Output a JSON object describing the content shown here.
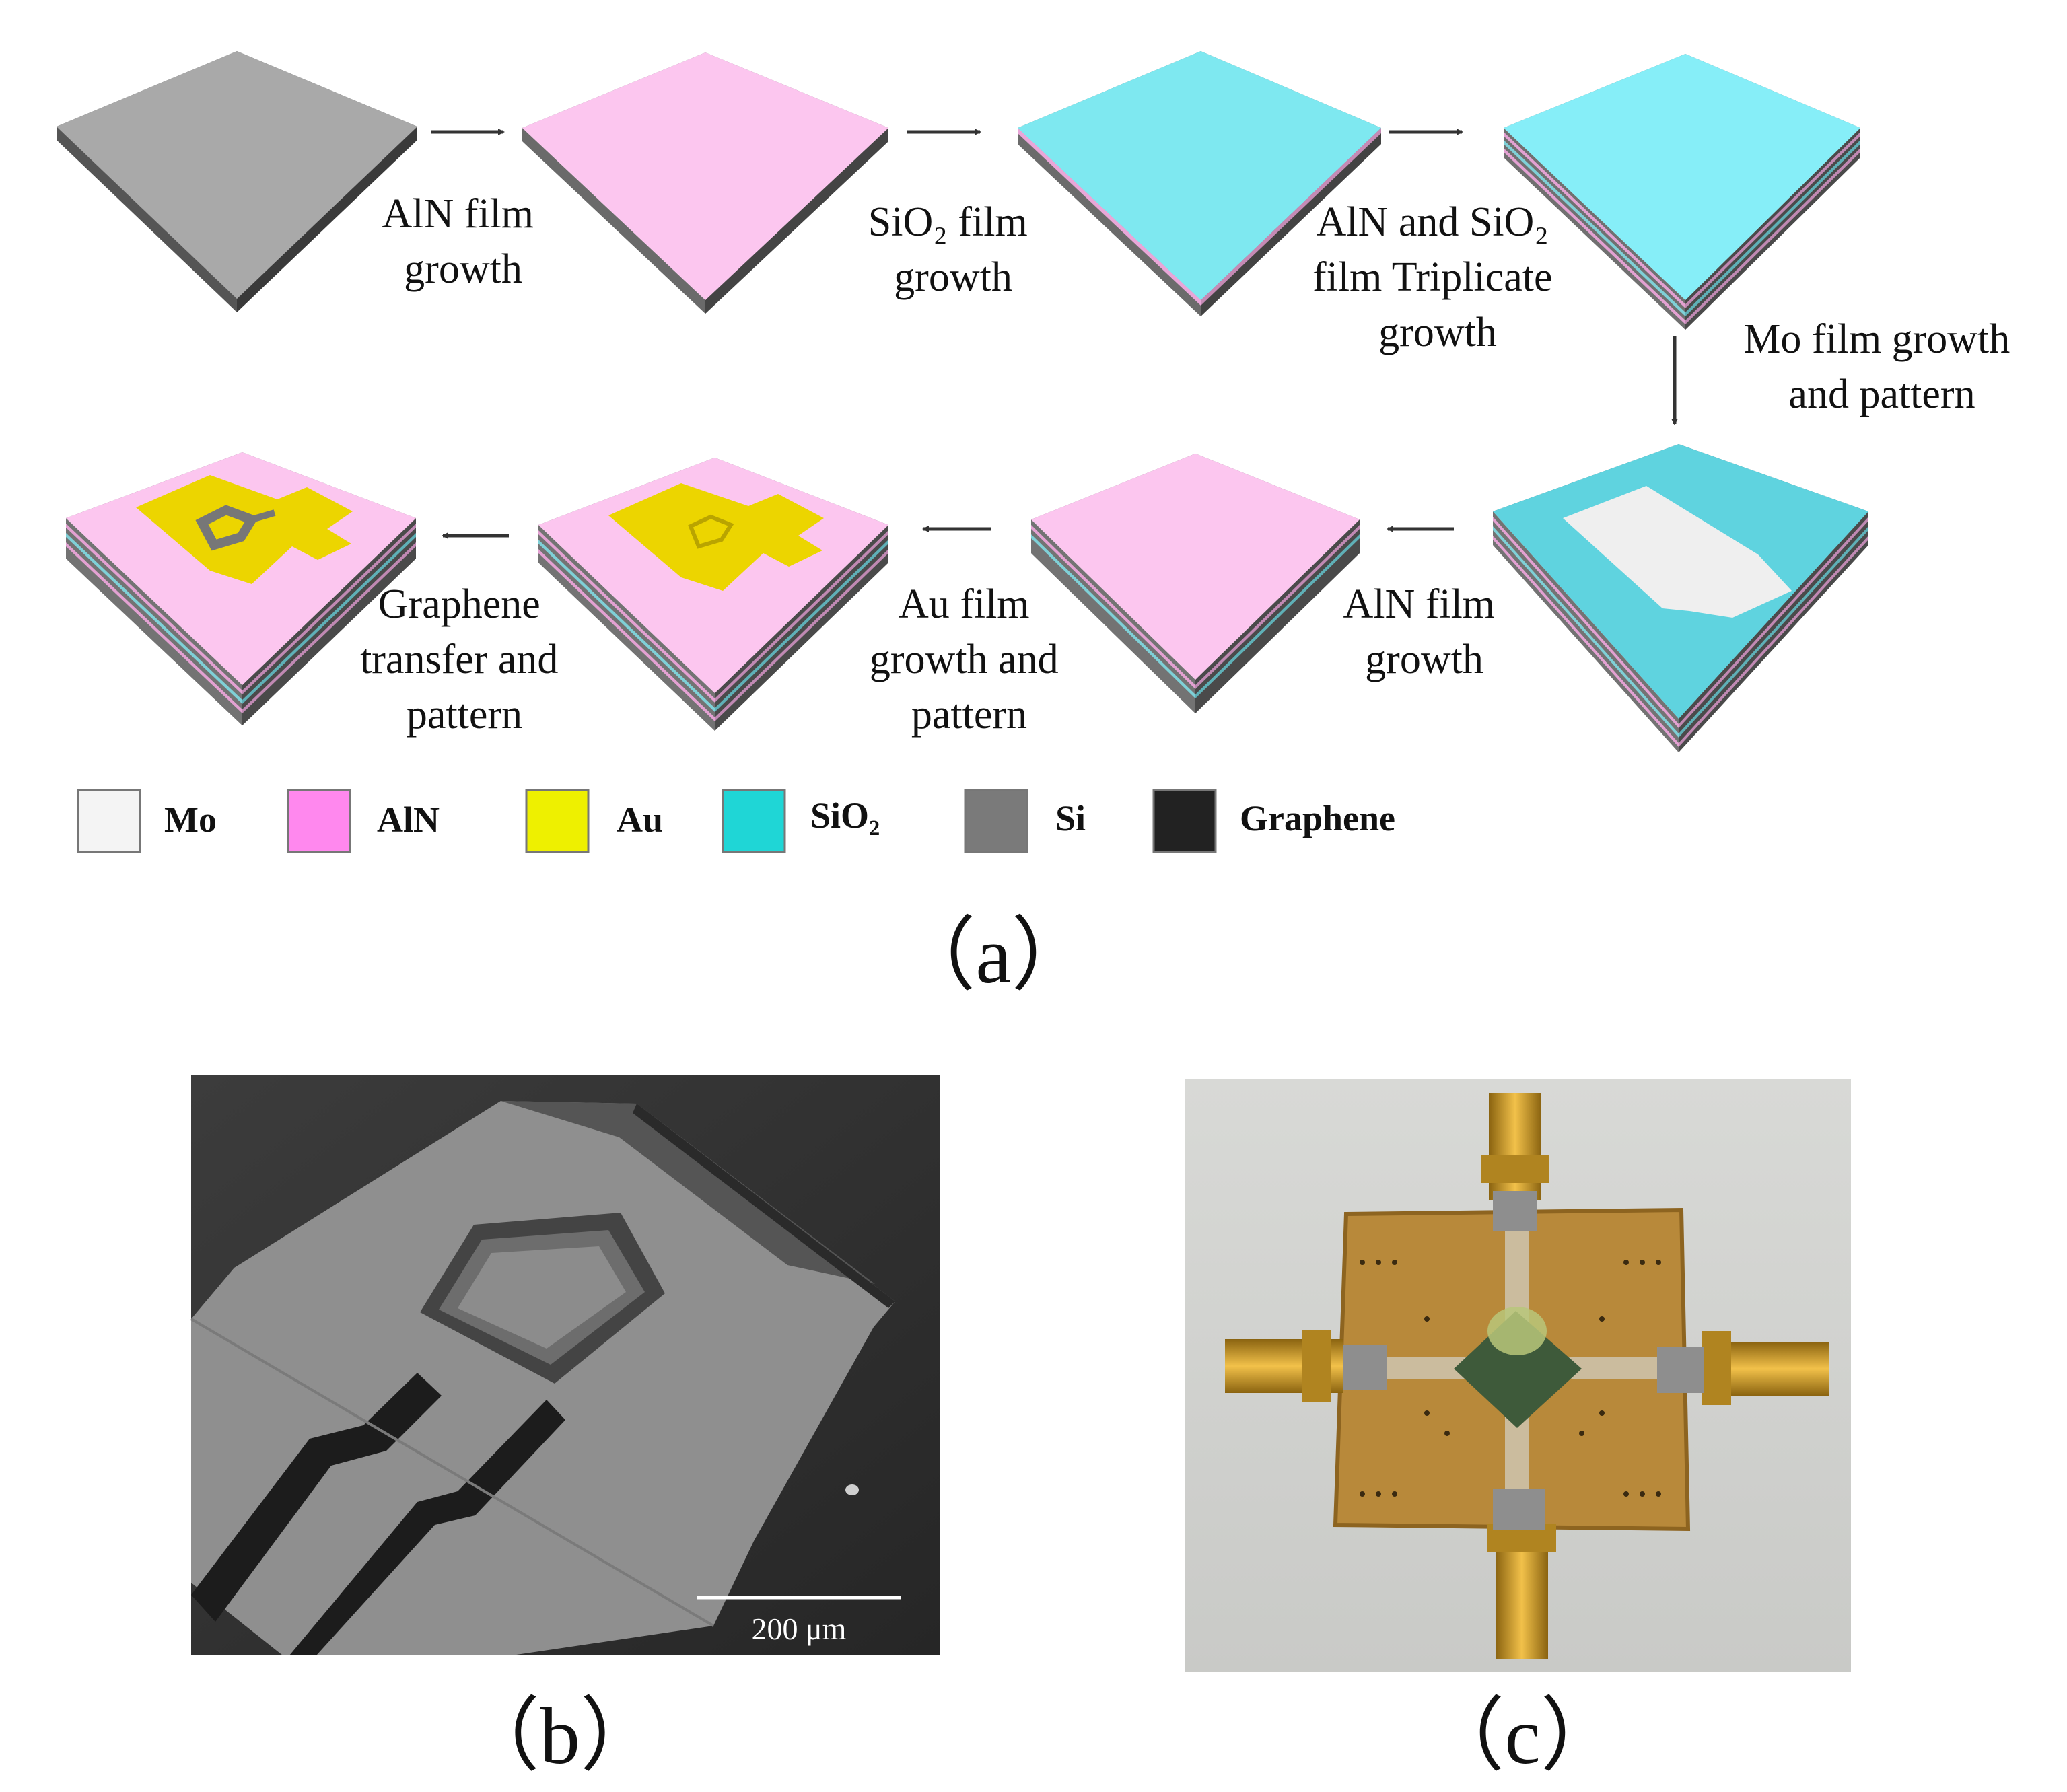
{
  "steps": [
    {
      "id": "s1",
      "lines": [
        "AlN film",
        "growth"
      ]
    },
    {
      "id": "s2",
      "lines": [
        "SiO₂ film",
        "growth"
      ]
    },
    {
      "id": "s3",
      "lines": [
        "AlN and SiO₂",
        "film Triplicate",
        "growth"
      ]
    },
    {
      "id": "s4",
      "lines": [
        "Mo film growth",
        "and pattern"
      ]
    },
    {
      "id": "s5",
      "lines": [
        "AlN film",
        "growth"
      ]
    },
    {
      "id": "s6",
      "lines": [
        "Au film",
        "growth and",
        "pattern"
      ]
    },
    {
      "id": "s7",
      "lines": [
        "Graphene",
        "transfer and",
        "pattern"
      ]
    }
  ],
  "legend": [
    {
      "name": "Mo",
      "color": "#f4f4f4"
    },
    {
      "name": "AlN",
      "color": "#ff88ee"
    },
    {
      "name": "Au",
      "color": "#eef000"
    },
    {
      "name": "SiO₂",
      "color": "#1fd6d6"
    },
    {
      "name": "Si",
      "color": "#7a7a7a"
    },
    {
      "name": "Graphene",
      "color": "#222222"
    }
  ],
  "colors": {
    "si_top": "#a9a9a9",
    "aln_top": "#fcc6ef",
    "sio2_top": "#7ee8f0",
    "sio2_top_bright": "#86eef8",
    "mo": "#efefef",
    "au": "#ecd500",
    "graphene": "#777777"
  },
  "panels": {
    "a": "（a）",
    "b": "（b）",
    "c": "（c）"
  },
  "sem": {
    "scale_bar": "200 μm"
  }
}
